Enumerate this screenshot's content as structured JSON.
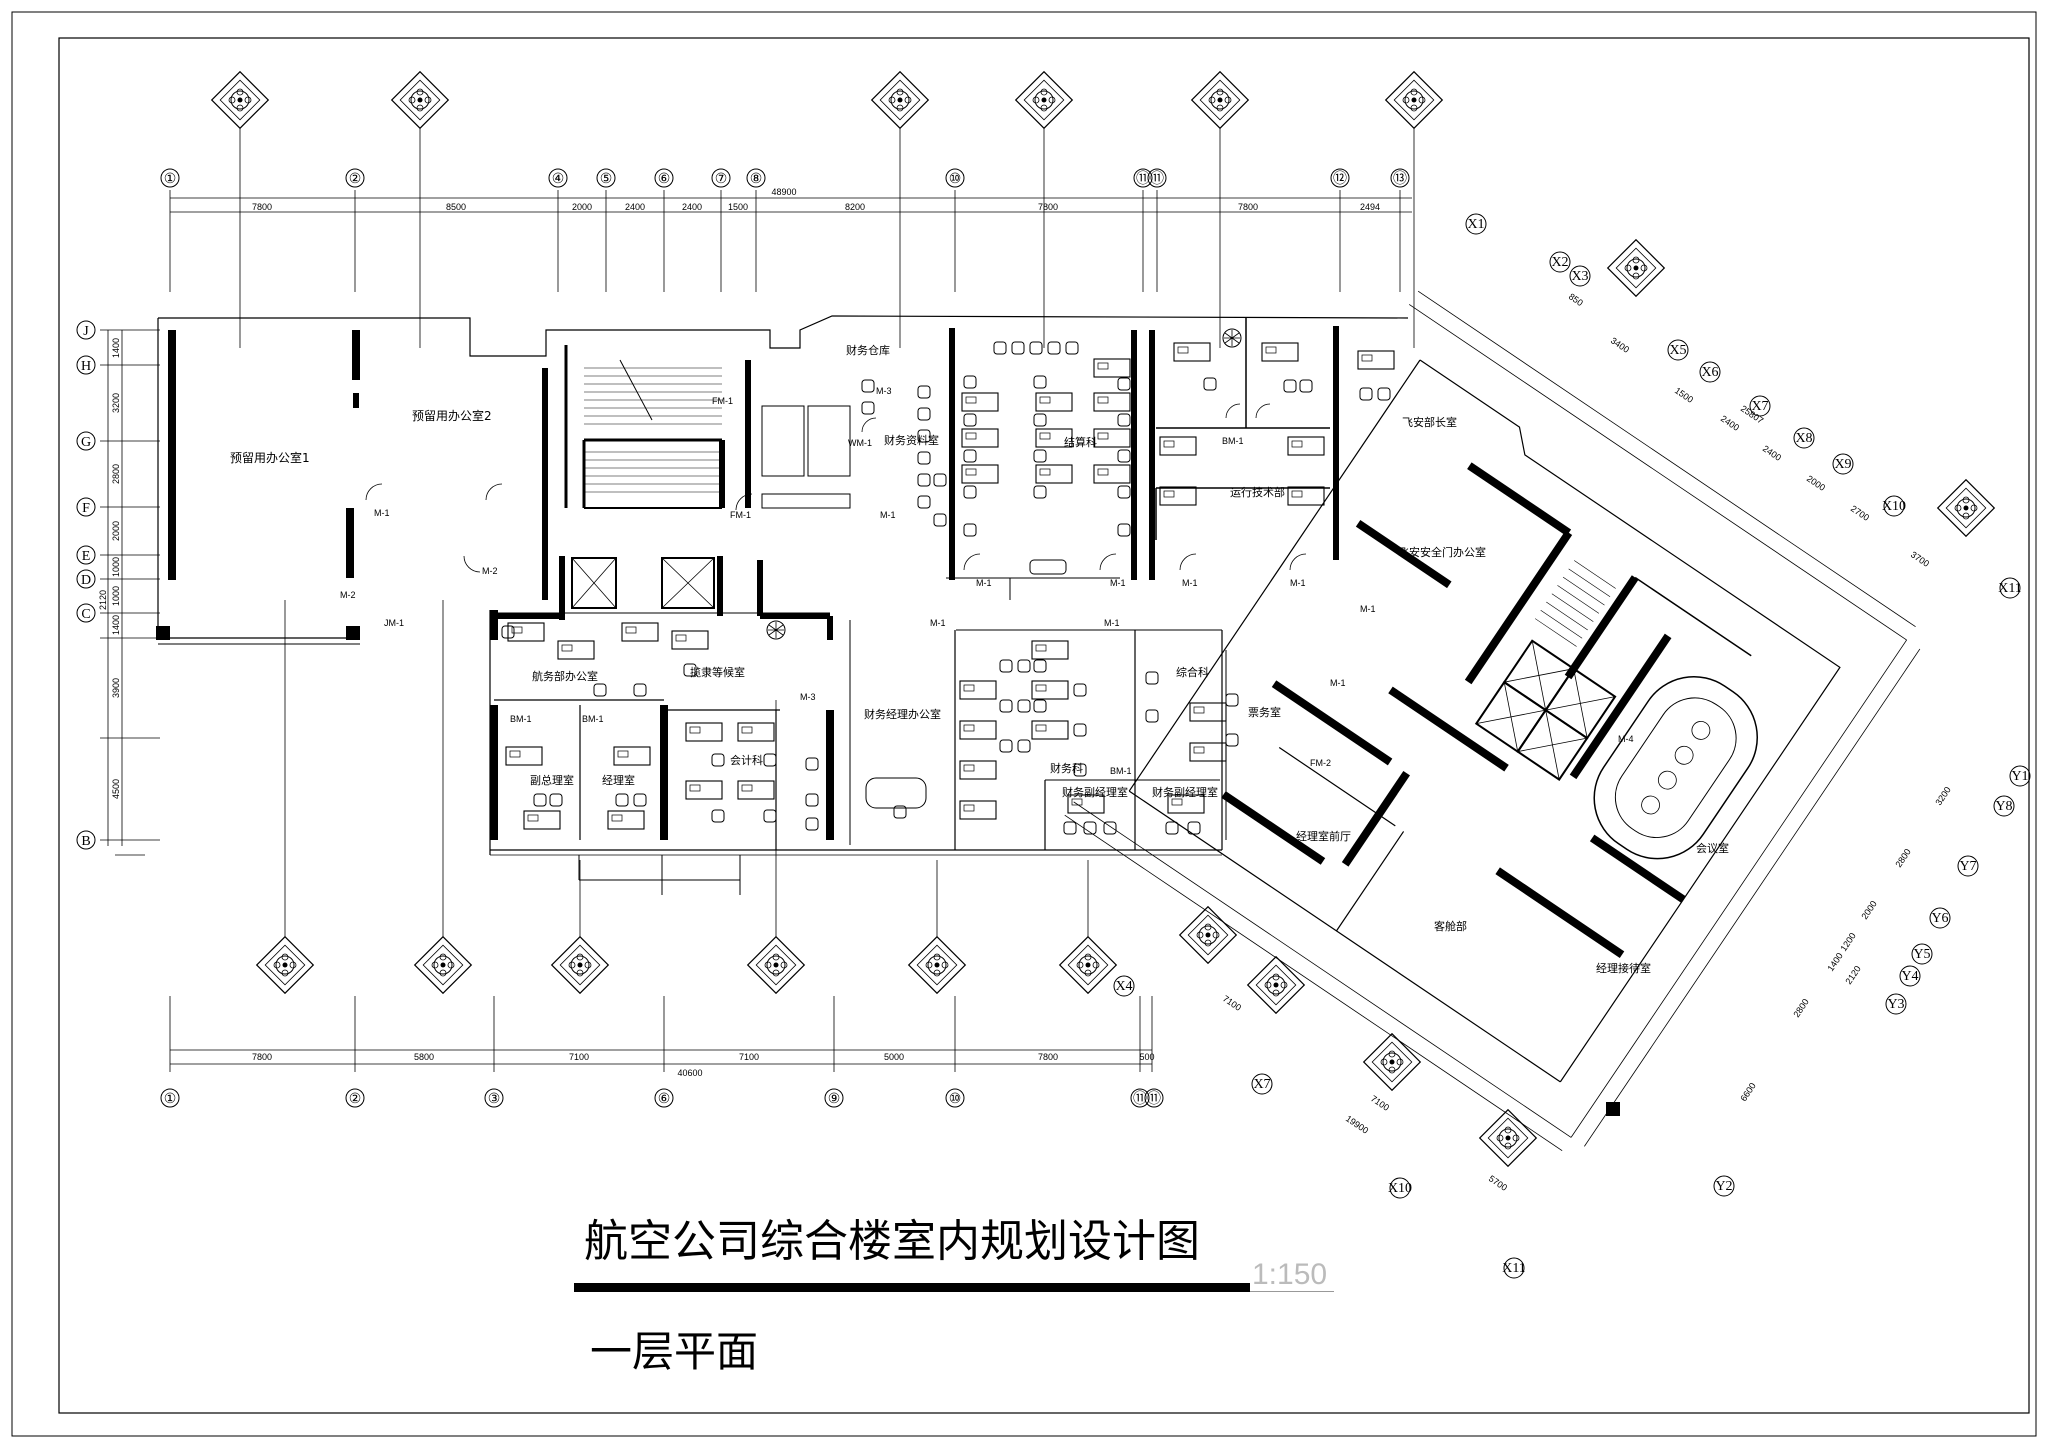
{
  "title": "航空公司综合楼室内规划设计图",
  "scale": "1:150",
  "subtitle": "一层平面",
  "axes_top": [
    "①",
    "②",
    "④",
    "⑤",
    "⑥",
    "⑦",
    "⑧",
    "⑩",
    "⑪",
    "⑪",
    "⑫",
    "⑬"
  ],
  "axes_bottom": [
    "①",
    "②",
    "③",
    "⑥",
    "⑨",
    "⑩",
    "⑪",
    "⑪"
  ],
  "axes_left": [
    "J",
    "H",
    "G",
    "F",
    "E",
    "D",
    "C",
    "B"
  ],
  "axes_x_diag": [
    "X1",
    "X2",
    "X3",
    "X5",
    "X6",
    "X7",
    "X8",
    "X9",
    "X10",
    "X11"
  ],
  "axes_y_diag": [
    "Y1",
    "Y8",
    "Y7",
    "Y6",
    "Y5",
    "Y4",
    "Y3",
    "Y2"
  ],
  "axes_xb_diag": [
    "X4",
    "X7",
    "X10",
    "X11"
  ],
  "dims_top": [
    "7800",
    "8500",
    "2000",
    "2400",
    "2400",
    "1500",
    "8200",
    "7800",
    "7800",
    "2494"
  ],
  "dim_top_total": "48900",
  "dims_bottom": [
    "7800",
    "5800",
    "7100",
    "7100",
    "5000",
    "7800",
    "500"
  ],
  "dim_bottom_total": "40600",
  "dims_left": [
    "1400",
    "3200",
    "2800",
    "2000",
    "1000",
    "1000",
    "1400",
    "2120",
    "3900",
    "4500"
  ],
  "dims_diag_top": [
    "850",
    "3400",
    "1500",
    "2400",
    "2400",
    "2000",
    "2700",
    "3700",
    "25807"
  ],
  "dims_diag_right": [
    "3200",
    "2800",
    "2000",
    "1200",
    "1400",
    "2120",
    "2800",
    "6600"
  ],
  "dims_diag_bottom": [
    "7100",
    "7100",
    "5700",
    "19900"
  ],
  "rooms": {
    "r1": "预留用办公室1",
    "r2": "预留用办公室2",
    "r3": "财务仓库",
    "r4": "财务资料室",
    "r5": "结算科",
    "r6": "飞安部长室",
    "r7": "运行技术部",
    "r8": "飞安安全门办公室",
    "r9": "航务部办公室",
    "r10": "揽隶等候室",
    "r11": "副总理室",
    "r12": "经理室",
    "r13": "会计科",
    "r14": "财务经理办公室",
    "r15": "财务科",
    "r16": "财务副经理室",
    "r17": "财务副经理室",
    "r18": "综合科",
    "r19": "票务室",
    "r20": "经理室前厅",
    "r21": "客舱部",
    "r22": "经理接待室",
    "r23": "会议室"
  },
  "doors": {
    "d1": "M-1",
    "d2": "M-2",
    "d3": "M-2",
    "d4": "JM-1",
    "d5": "FM-1",
    "d6": "FM-1",
    "d7": "WM-1",
    "d8": "M-3",
    "d9": "M-1",
    "d10": "M-1",
    "d11": "M-1",
    "d12": "BM-1",
    "d13": "M-1",
    "d14": "M-1",
    "d15": "M-1",
    "d16": "BM-1",
    "d17": "BM-1",
    "d18": "M-3",
    "d19": "M-1",
    "d20": "M-1",
    "d21": "M-1",
    "d22": "FM-2",
    "d23": "M-4",
    "d24": "BM-1"
  }
}
